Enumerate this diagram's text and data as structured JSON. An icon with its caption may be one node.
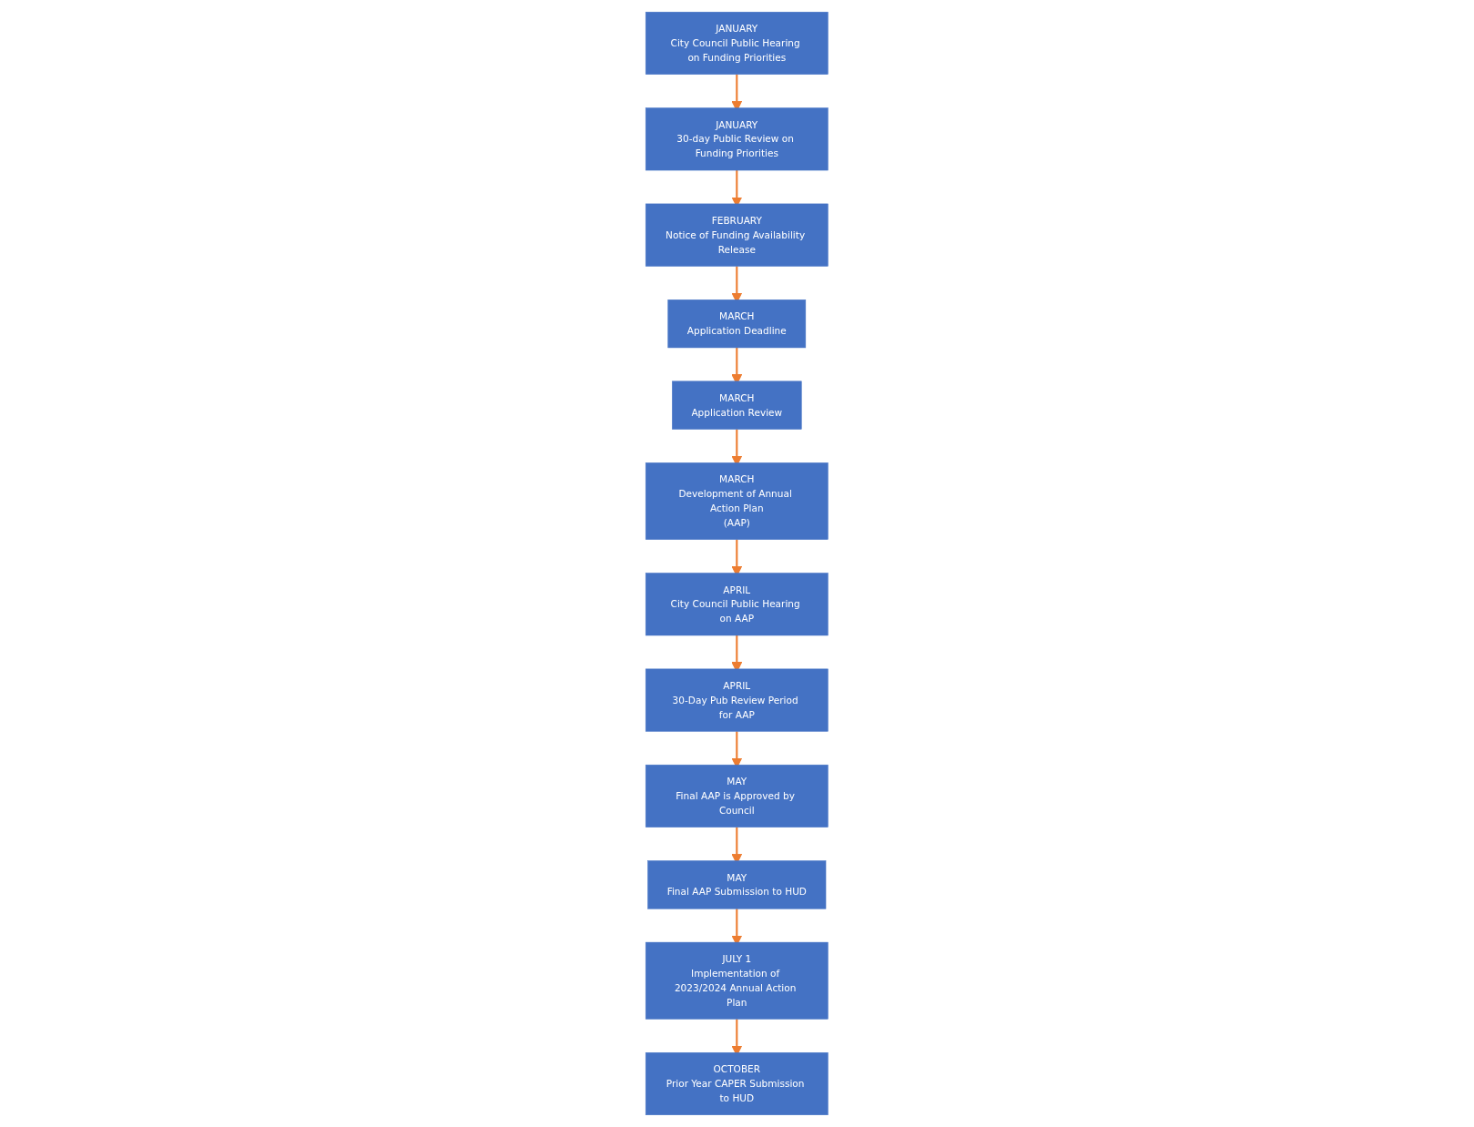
{
  "diagram": {
    "nodes": [
      {
        "text": [
          "JANUARY",
          "City Council Public Hearing on Funding Priorities"
        ]
      },
      {
        "text": [
          "JANUARY",
          "30-day Public Review on Funding Priorities"
        ]
      },
      {
        "text": [
          "FEBRUARY",
          "Notice of Funding Availability Release"
        ]
      },
      {
        "text": [
          "MARCH",
          "Application Deadline"
        ]
      },
      {
        "text": [
          "MARCH",
          "Application Review"
        ]
      },
      {
        "text": [
          "MARCH",
          "Development of Annual Action Plan",
          "(AAP)"
        ]
      },
      {
        "text": [
          "APRIL",
          "City Council Public Hearing on AAP"
        ]
      },
      {
        "text": [
          "APRIL",
          "30-Day Pub Review Period for AAP"
        ]
      },
      {
        "text": [
          "MAY",
          "Final AAP is Approved by Council"
        ]
      },
      {
        "text": [
          "MAY",
          "Final AAP Submission to HUD"
        ]
      },
      {
        "text": [
          "JULY 1",
          "Implementation of 2023/2024 Annual Action Plan"
        ]
      },
      {
        "text": [
          "OCTOBER",
          "Prior Year CAPER Submission to HUD"
        ]
      }
    ],
    "edges": [
      {
        "from": 0,
        "to": 1,
        "arrow": "to"
      },
      {
        "from": 1,
        "to": 2,
        "arrow": "to"
      },
      {
        "from": 2,
        "to": 3,
        "arrow": "to"
      },
      {
        "from": 3,
        "to": 4,
        "arrow": "to"
      },
      {
        "from": 4,
        "to": 5,
        "arrow": "to"
      },
      {
        "from": 5,
        "to": 6,
        "arrow": "to"
      },
      {
        "from": 6,
        "to": 7,
        "arrow": "to"
      },
      {
        "from": 7,
        "to": 8,
        "arrow": "to"
      },
      {
        "from": 8,
        "to": 9,
        "arrow": "to"
      },
      {
        "from": 9,
        "to": 10,
        "arrow": "to"
      },
      {
        "from": 10,
        "to": 11,
        "arrow": "to"
      }
    ]
  }
}
